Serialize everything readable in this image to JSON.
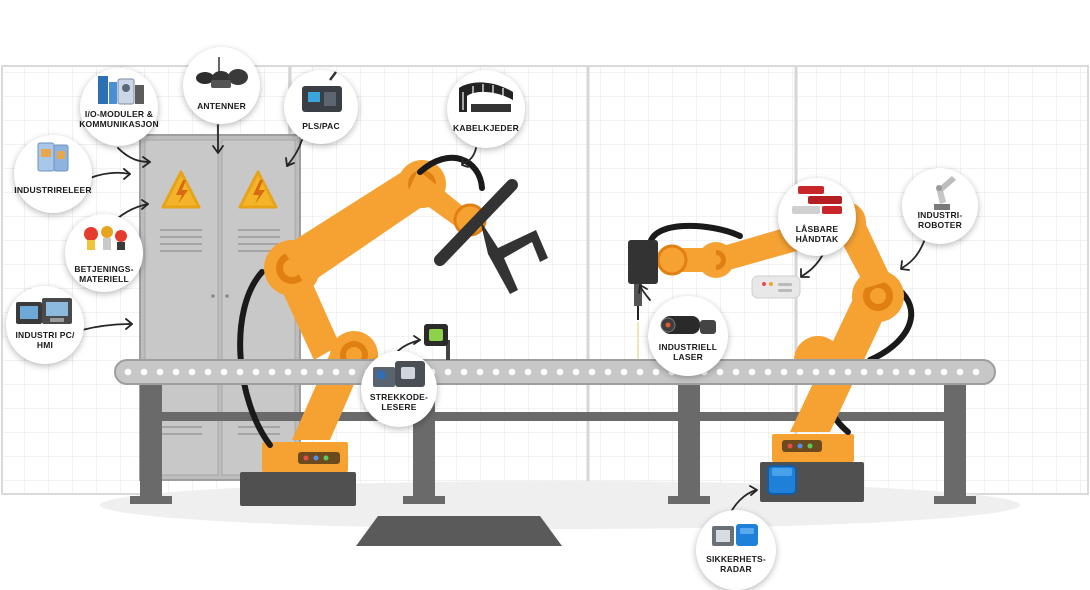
{
  "colors": {
    "robot_orange": "#F5A233",
    "robot_orange_dark": "#E07F12",
    "grid_line": "#E4E4E4",
    "cabinet": "#BDBDBD",
    "conveyor": "#C7C7C7",
    "table_leg": "#6A6A6A",
    "warning_yellow": "#F4B429",
    "bubble_bg": "#FFFFFF"
  },
  "labels": {
    "antenner": "ANTENNER",
    "io_moduler": "I/O-MODULER &\nKOMMUNIKASJON",
    "pls_pac": "PLS/PAC",
    "kabelkjeder": "KABELKJEDER",
    "industrireleer": "INDUSTRIRELEER",
    "betjeningsmateriell": "BETJENINGS-\nMATERIELL",
    "industri_pc_hmi": "INDUSTRI PC/\nHMI",
    "strekkodelesere": "STREKKODE-\nLESERE",
    "industriell_laser": "INDUSTRIELL\nLASER",
    "lasbare_handtak": "LÅSBARE\nHÅNDTAK",
    "industriroboter": "INDUSTRI-\nROBOTER",
    "sikkerhetsradar": "SIKKERHETS-\nRADAR"
  },
  "icons": {
    "antenner": "antenna-icon",
    "io_moduler": "io-module-icon",
    "pls_pac": "plc-icon",
    "kabelkjeder": "cable-chain-icon",
    "industrireleer": "relay-icon",
    "betjeningsmateriell": "push-button-icon",
    "industri_pc_hmi": "industrial-pc-icon",
    "strekkodelesere": "barcode-reader-icon",
    "industriell_laser": "laser-icon",
    "lasbare_handtak": "lockable-handle-icon",
    "industriroboter": "robot-arm-icon",
    "sikkerhetsradar": "safety-radar-icon"
  }
}
